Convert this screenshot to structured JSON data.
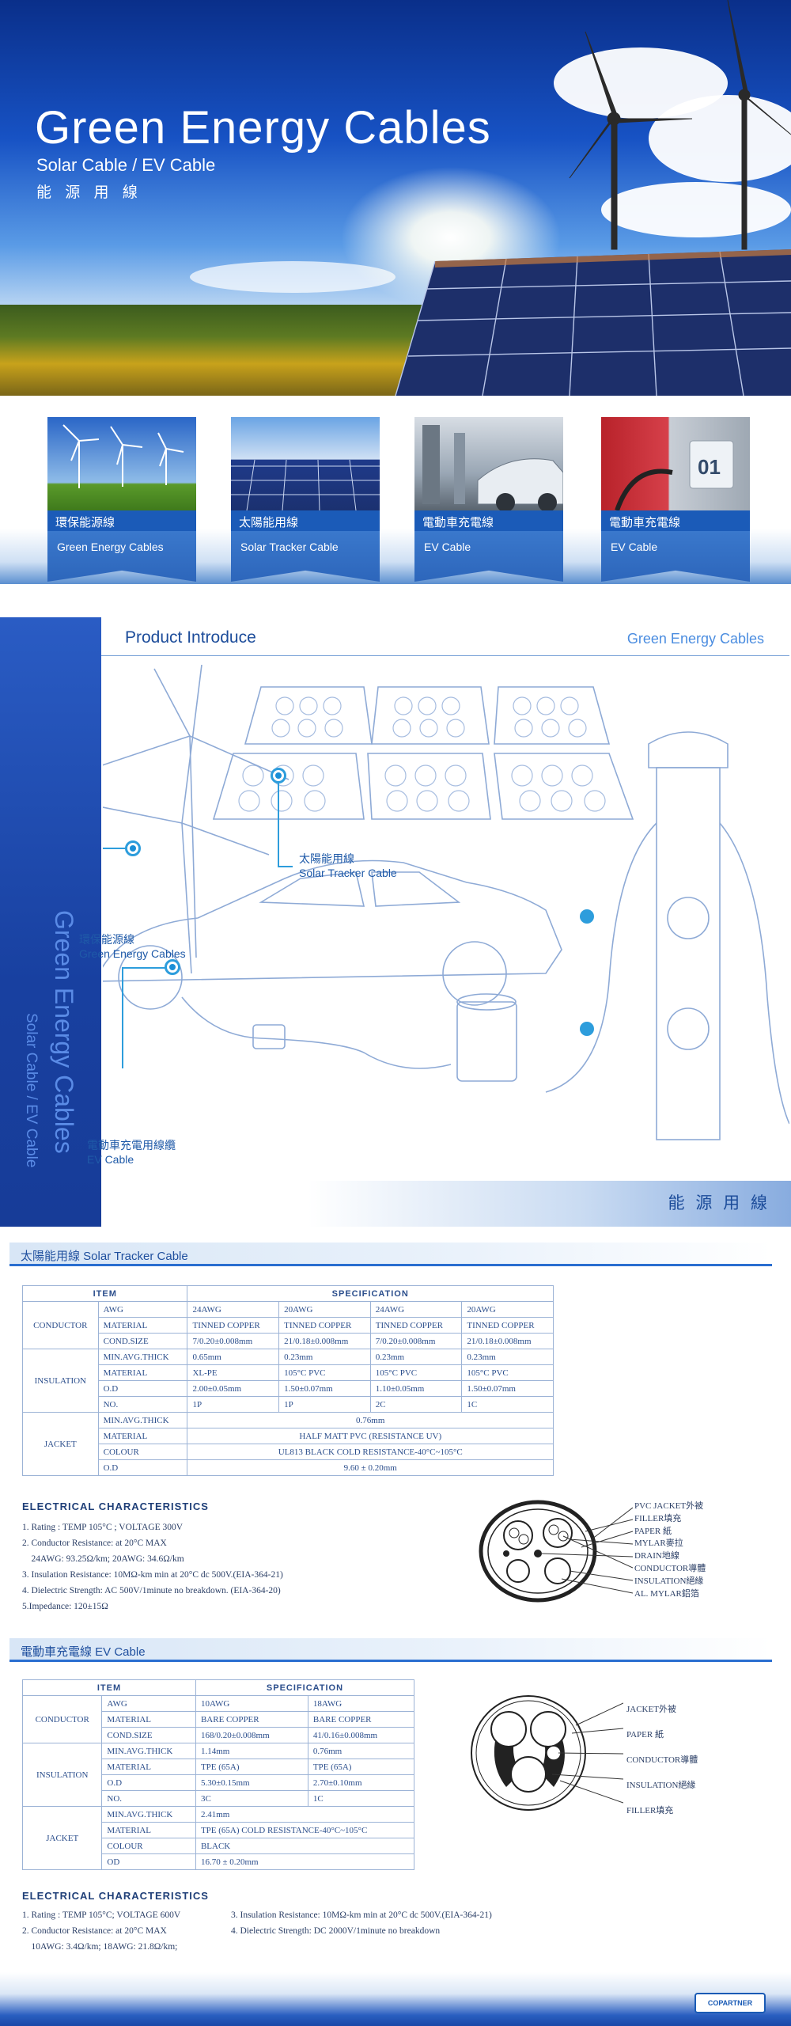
{
  "hero": {
    "title": "Green Energy Cables",
    "subtitle_en": "Solar Cable / EV Cable",
    "subtitle_cn": "能 源 用 線"
  },
  "categories": [
    {
      "cn": "環保能源線",
      "en": "Green Energy Cables"
    },
    {
      "cn": "太陽能用線",
      "en": "Solar Tracker Cable"
    },
    {
      "cn": "電動車充電線",
      "en": "EV Cable"
    },
    {
      "cn": "電動車充電線",
      "en": "EV Cable"
    }
  ],
  "intro": {
    "title": "Product  Introduce",
    "right_title": "Green Energy Cables",
    "side_text_1": "Green Energy Cables",
    "side_text_2": "Solar Cable / EV Cable",
    "bottom_text": "能 源 用 線",
    "labels": {
      "solar_cn": "太陽能用線",
      "solar_en": "Solar Tracker Cable",
      "green_cn": "環保能源線",
      "green_en": "Green Energy Cables",
      "ev_cn": "電動車充電用線纜",
      "ev_en": "EV Cable"
    }
  },
  "solar_section": {
    "heading": "太陽能用線  Solar Tracker Cable",
    "table": {
      "item_header": "ITEM",
      "spec_header": "SPECIFICATION",
      "groups": {
        "conductor": "CONDUCTOR",
        "insulation": "INSULATION",
        "jacket": "JACKET"
      },
      "rows": {
        "awg": {
          "label": "AWG",
          "v": [
            "24AWG",
            "20AWG",
            "24AWG",
            "20AWG"
          ]
        },
        "material": {
          "label": "MATERIAL",
          "v": [
            "TINNED  COPPER",
            "TINNED  COPPER",
            "TINNED  COPPER",
            "TINNED  COPPER"
          ]
        },
        "cond_size": {
          "label": "COND.SIZE",
          "v": [
            "7/0.20±0.008mm",
            "21/0.18±0.008mm",
            "7/0.20±0.008mm",
            "21/0.18±0.008mm"
          ]
        },
        "ins_thick": {
          "label": "MIN.AVG.THICK",
          "v": [
            "0.65mm",
            "0.23mm",
            "0.23mm",
            "0.23mm"
          ]
        },
        "ins_material": {
          "label": "MATERIAL",
          "v": [
            "XL-PE",
            "105°C PVC",
            "105°C PVC",
            "105°C PVC"
          ]
        },
        "ins_od": {
          "label": "O.D",
          "v": [
            "2.00±0.05mm",
            "1.50±0.07mm",
            "1.10±0.05mm",
            "1.50±0.07mm"
          ]
        },
        "no": {
          "label": "NO.",
          "v": [
            "1P",
            "1P",
            "2C",
            "1C"
          ]
        },
        "jk_thick": {
          "label": "MIN.AVG.THICK",
          "v": "0.76mm"
        },
        "jk_material": {
          "label": "MATERIAL",
          "v": "HALF MATT PVC (RESISTANCE UV)"
        },
        "jk_colour": {
          "label": "COLOUR",
          "v": "UL813  BLACK COLD RESISTANCE-40°C~105°C"
        },
        "jk_od": {
          "label": "O.D",
          "v": "9.60 ± 0.20mm"
        }
      }
    },
    "elec_heading": "ELECTRICAL  CHARACTERISTICS",
    "elec": [
      "1. Rating : TEMP  105°C ;  VOLTAGE  300V",
      "2. Conductor Resistance:  at 20°C MAX",
      "    24AWG: 93.25Ω/km; 20AWG: 34.6Ω/km",
      "3. Insulation Resistance: 10MΩ-km min at 20°C dc 500V.(EIA-364-21)",
      "4. Dielectric Strength: AC 500V/1minute no breakdown. (EIA-364-20)",
      "5.Impedance: 120±15Ω"
    ],
    "cross_labels": [
      "PVC JACKET外被",
      "FILLER填充",
      "PAPER 紙",
      "MYLAR麥拉",
      "DRAIN地線",
      "CONDUCTOR導體",
      "INSULATION絕緣",
      "AL. MYLAR鋁箔"
    ]
  },
  "ev_section": {
    "heading": "電動車充電線   EV Cable",
    "table": {
      "item_header": "ITEM",
      "spec_header": "SPECIFICATION",
      "groups": {
        "conductor": "CONDUCTOR",
        "insulation": "INSULATION",
        "jacket": "JACKET"
      },
      "rows": {
        "awg": {
          "label": "AWG",
          "v": [
            "10AWG",
            "18AWG"
          ]
        },
        "material": {
          "label": "MATERIAL",
          "v": [
            "BARE  COPPER",
            "BARE  COPPER"
          ]
        },
        "cond_size": {
          "label": "COND.SIZE",
          "v": [
            "168/0.20±0.008mm",
            "41/0.16±0.008mm"
          ]
        },
        "ins_thick": {
          "label": "MIN.AVG.THICK",
          "v": [
            "1.14mm",
            "0.76mm"
          ]
        },
        "ins_material": {
          "label": "MATERIAL",
          "v": [
            "TPE (65A)",
            "TPE (65A)"
          ]
        },
        "ins_od": {
          "label": "O.D",
          "v": [
            "5.30±0.15mm",
            "2.70±0.10mm"
          ]
        },
        "no": {
          "label": "NO.",
          "v": [
            "3C",
            "1C"
          ]
        },
        "jk_thick": {
          "label": "MIN.AVG.THICK",
          "v": "2.41mm"
        },
        "jk_material": {
          "label": "MATERIAL",
          "v": "TPE (65A) COLD RESISTANCE-40°C~105°C"
        },
        "jk_colour": {
          "label": "COLOUR",
          "v": "BLACK"
        },
        "jk_od": {
          "label": "OD",
          "v": "16.70 ± 0.20mm"
        }
      }
    },
    "elec_heading": "ELECTRICAL  CHARACTERISTICS",
    "elec_left": [
      "1. Rating : TEMP 105°C; VOLTAGE 600V",
      "2. Conductor Resistance: at 20°C MAX",
      "    10AWG: 3.4Ω/km; 18AWG: 21.8Ω/km;"
    ],
    "elec_right": [
      "3. Insulation Resistance: 10MΩ-km min at 20°C dc 500V.(EIA-364-21)",
      "4. Dielectric Strength: DC 2000V/1minute no breakdown"
    ],
    "cross_labels": [
      "JACKET外被",
      "PAPER 紙",
      "CONDUCTOR導體",
      "INSULATION絕緣",
      "FILLER填充"
    ]
  },
  "footer": {
    "logo": "COPARTNER"
  },
  "colors": {
    "primary": "#1b5bb8",
    "accent": "#2d9ddc",
    "text": "#1f3f78"
  }
}
